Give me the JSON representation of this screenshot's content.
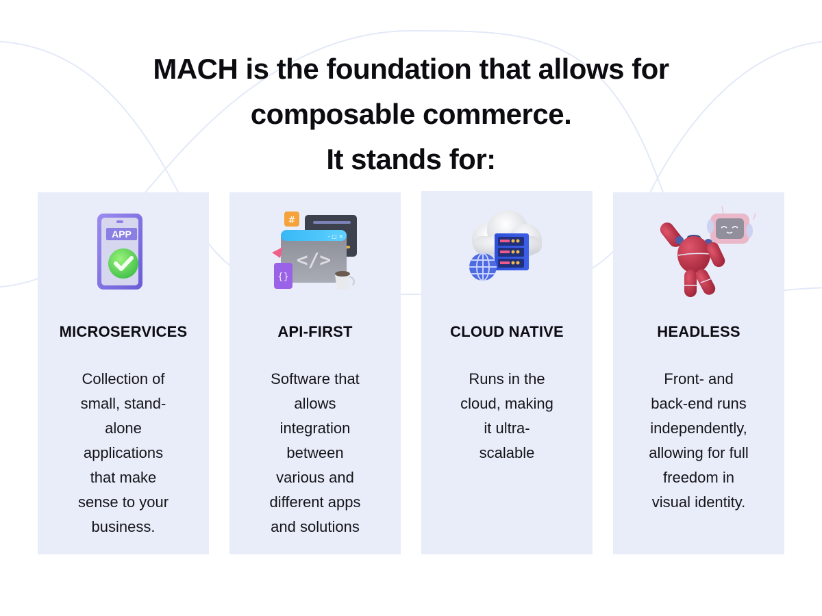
{
  "headline": {
    "lines": [
      "MACH is the foundation that allows for",
      "composable commerce.",
      "It stands for:"
    ]
  },
  "colors": {
    "card_background": "#e9edfa",
    "wave_lines": "#dfe6f7",
    "text": "#0b0b10"
  },
  "cards": [
    {
      "icon": "smartphone-app-check-icon",
      "title": "MICROSERVICES",
      "description_lines": [
        "Collection of",
        "small, stand-",
        "alone",
        "applications",
        "that make",
        "sense to your",
        "business."
      ]
    },
    {
      "icon": "code-window-icon",
      "title": "API-FIRST",
      "description_lines": [
        "Software that",
        "allows",
        "integration",
        "between",
        "various and",
        "different apps",
        "and solutions"
      ]
    },
    {
      "icon": "cloud-server-globe-icon",
      "title": "CLOUD NATIVE",
      "description_lines": [
        "Runs in the",
        "cloud, making",
        "it ultra-",
        "scalable"
      ]
    },
    {
      "icon": "headless-robot-icon",
      "title": "HEADLESS",
      "description_lines": [
        "Front- and",
        "back-end runs",
        "independently,",
        "allowing for full",
        "freedom in",
        "visual identity."
      ]
    }
  ]
}
